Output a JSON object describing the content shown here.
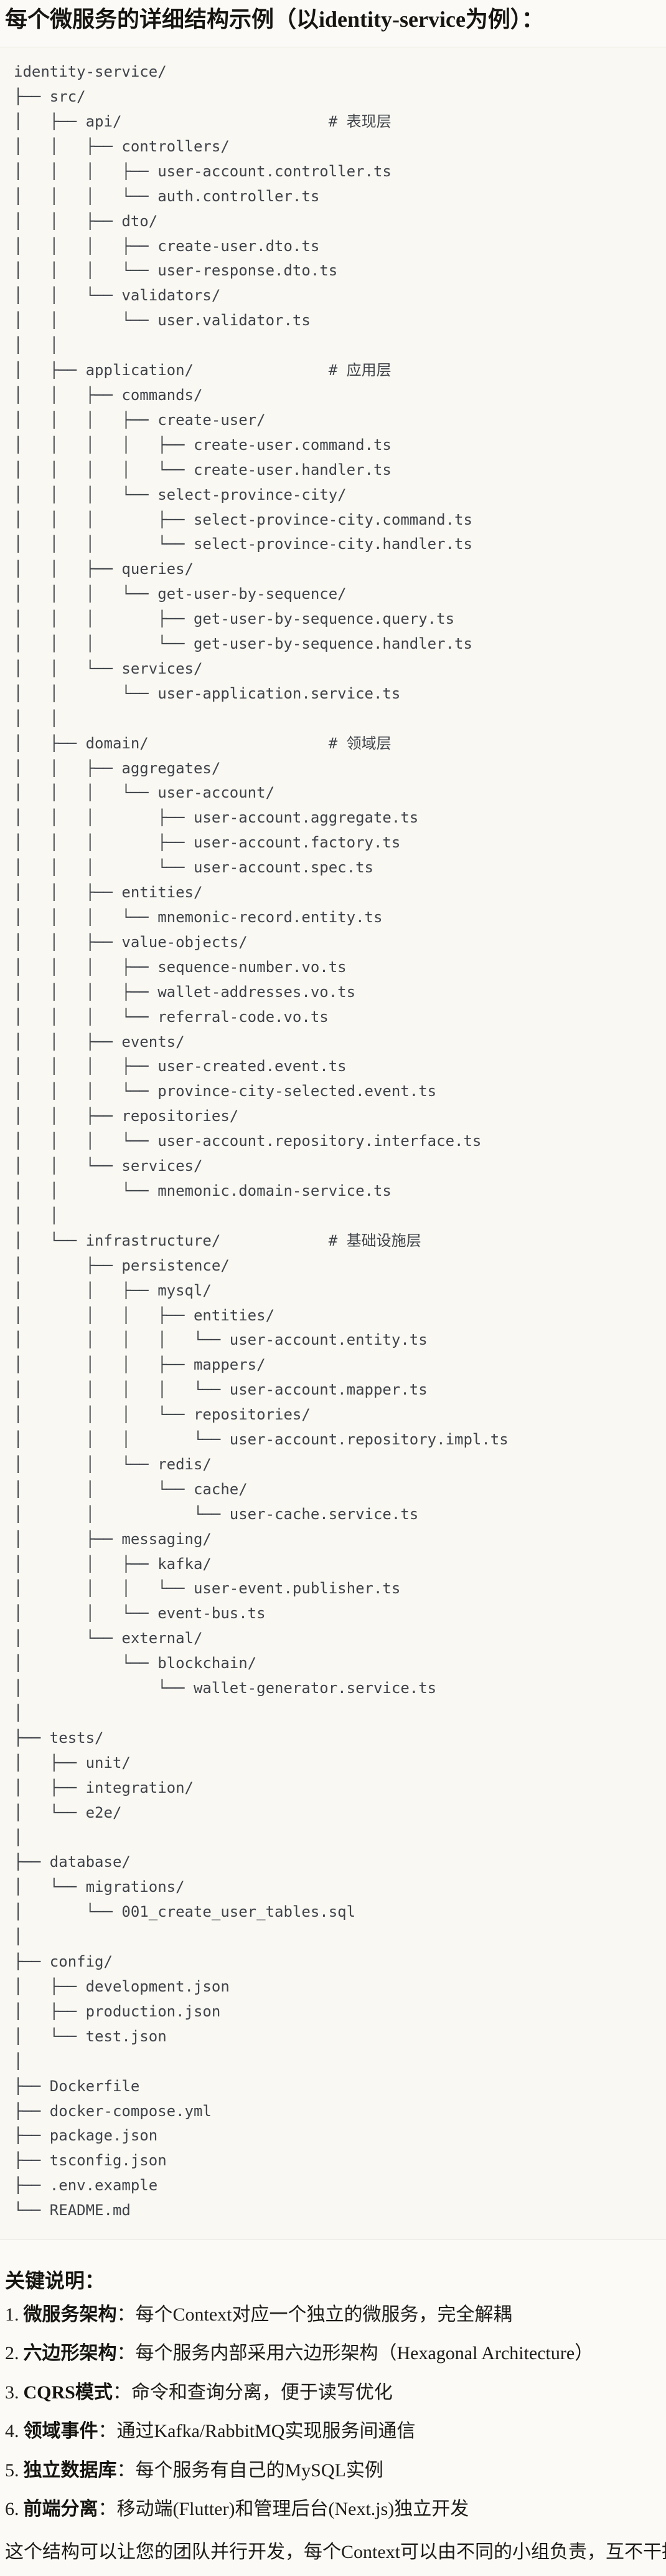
{
  "title": "每个微服务的详细结构示例（以identity-service为例）：",
  "code_block": {
    "tree_lines": [
      "identity-service/",
      "├── src/",
      "│   ├── api/                       # 表现层",
      "│   │   ├── controllers/",
      "│   │   │   ├── user-account.controller.ts",
      "│   │   │   └── auth.controller.ts",
      "│   │   ├── dto/",
      "│   │   │   ├── create-user.dto.ts",
      "│   │   │   └── user-response.dto.ts",
      "│   │   └── validators/",
      "│   │       └── user.validator.ts",
      "│   │",
      "│   ├── application/               # 应用层",
      "│   │   ├── commands/",
      "│   │   │   ├── create-user/",
      "│   │   │   │   ├── create-user.command.ts",
      "│   │   │   │   └── create-user.handler.ts",
      "│   │   │   └── select-province-city/",
      "│   │   │       ├── select-province-city.command.ts",
      "│   │   │       └── select-province-city.handler.ts",
      "│   │   ├── queries/",
      "│   │   │   └── get-user-by-sequence/",
      "│   │   │       ├── get-user-by-sequence.query.ts",
      "│   │   │       └── get-user-by-sequence.handler.ts",
      "│   │   └── services/",
      "│   │       └── user-application.service.ts",
      "│   │",
      "│   ├── domain/                    # 领域层",
      "│   │   ├── aggregates/",
      "│   │   │   └── user-account/",
      "│   │   │       ├── user-account.aggregate.ts",
      "│   │   │       ├── user-account.factory.ts",
      "│   │   │       └── user-account.spec.ts",
      "│   │   ├── entities/",
      "│   │   │   └── mnemonic-record.entity.ts",
      "│   │   ├── value-objects/",
      "│   │   │   ├── sequence-number.vo.ts",
      "│   │   │   ├── wallet-addresses.vo.ts",
      "│   │   │   └── referral-code.vo.ts",
      "│   │   ├── events/",
      "│   │   │   ├── user-created.event.ts",
      "│   │   │   └── province-city-selected.event.ts",
      "│   │   ├── repositories/",
      "│   │   │   └── user-account.repository.interface.ts",
      "│   │   └── services/",
      "│   │       └── mnemonic.domain-service.ts",
      "│   │",
      "│   └── infrastructure/            # 基础设施层",
      "│       ├── persistence/",
      "│       │   ├── mysql/",
      "│       │   │   ├── entities/",
      "│       │   │   │   └── user-account.entity.ts",
      "│       │   │   ├── mappers/",
      "│       │   │   │   └── user-account.mapper.ts",
      "│       │   │   └── repositories/",
      "│       │   │       └── user-account.repository.impl.ts",
      "│       │   └── redis/",
      "│       │       └── cache/",
      "│       │           └── user-cache.service.ts",
      "│       ├── messaging/",
      "│       │   ├── kafka/",
      "│       │   │   └── user-event.publisher.ts",
      "│       │   └── event-bus.ts",
      "│       └── external/",
      "│           └── blockchain/",
      "│               └── wallet-generator.service.ts",
      "│",
      "├── tests/",
      "│   ├── unit/",
      "│   ├── integration/",
      "│   └── e2e/",
      "│",
      "├── database/",
      "│   └── migrations/",
      "│       └── 001_create_user_tables.sql",
      "│",
      "├── config/",
      "│   ├── development.json",
      "│   ├── production.json",
      "│   └── test.json",
      "│",
      "├── Dockerfile",
      "├── docker-compose.yml",
      "├── package.json",
      "├── tsconfig.json",
      "├── .env.example",
      "└── README.md"
    ]
  },
  "notes": {
    "heading": "关键说明：",
    "items": [
      {
        "num": "1.",
        "label": "微服务架构",
        "colon": "：",
        "text": "每个Context对应一个独立的微服务，完全解耦"
      },
      {
        "num": "2.",
        "label": "六边形架构",
        "colon": "：",
        "text": "每个服务内部采用六边形架构（Hexagonal Architecture）"
      },
      {
        "num": "3.",
        "label": "CQRS模式",
        "colon": "：",
        "text": "命令和查询分离，便于读写优化"
      },
      {
        "num": "4.",
        "label": "领域事件",
        "colon": "：",
        "text": "通过Kafka/RabbitMQ实现服务间通信"
      },
      {
        "num": "5.",
        "label": "独立数据库",
        "colon": "：",
        "text": "每个服务有自己的MySQL实例"
      },
      {
        "num": "6.",
        "label": "前端分离",
        "colon": "：",
        "text": "移动端(Flutter)和管理后台(Next.js)独立开发"
      }
    ],
    "footer": "这个结构可以让您的团队并行开发，每个Context可以由不同的小组负责，互不干扰。"
  }
}
